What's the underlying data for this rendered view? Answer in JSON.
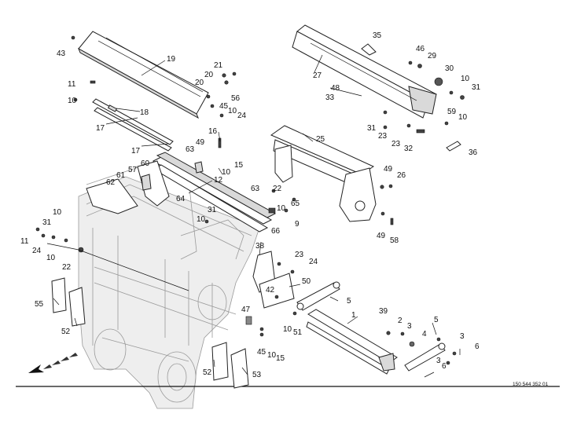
{
  "drawing_number": "150 544 352 01",
  "callouts": [
    {
      "id": "c43",
      "label": "43"
    },
    {
      "id": "c19",
      "label": "19"
    },
    {
      "id": "c11a",
      "label": "11"
    },
    {
      "id": "c10a",
      "label": "10"
    },
    {
      "id": "c18",
      "label": "18"
    },
    {
      "id": "c17a",
      "label": "17"
    },
    {
      "id": "c17b",
      "label": "17"
    },
    {
      "id": "c21",
      "label": "21"
    },
    {
      "id": "c20a",
      "label": "20"
    },
    {
      "id": "c20b",
      "label": "20"
    },
    {
      "id": "c56",
      "label": "56"
    },
    {
      "id": "c45a",
      "label": "45"
    },
    {
      "id": "c10b",
      "label": "10"
    },
    {
      "id": "c24a",
      "label": "24"
    },
    {
      "id": "c16",
      "label": "16"
    },
    {
      "id": "c49a",
      "label": "49"
    },
    {
      "id": "c63a",
      "label": "63"
    },
    {
      "id": "c60",
      "label": "60"
    },
    {
      "id": "c10c",
      "label": "10"
    },
    {
      "id": "c15a",
      "label": "15"
    },
    {
      "id": "c57",
      "label": "57"
    },
    {
      "id": "c61",
      "label": "61"
    },
    {
      "id": "c62",
      "label": "62"
    },
    {
      "id": "c12",
      "label": "12"
    },
    {
      "id": "c64",
      "label": "64"
    },
    {
      "id": "c63b",
      "label": "63"
    },
    {
      "id": "c22a",
      "label": "22"
    },
    {
      "id": "c10d",
      "label": "10"
    },
    {
      "id": "c65",
      "label": "65"
    },
    {
      "id": "c66",
      "label": "66"
    },
    {
      "id": "c9",
      "label": "9"
    },
    {
      "id": "c31a",
      "label": "31"
    },
    {
      "id": "c10e",
      "label": "10"
    },
    {
      "id": "c10f",
      "label": "10"
    },
    {
      "id": "c31b",
      "label": "31"
    },
    {
      "id": "c11b",
      "label": "11"
    },
    {
      "id": "c24b",
      "label": "24"
    },
    {
      "id": "c10g",
      "label": "10"
    },
    {
      "id": "c22b",
      "label": "22"
    },
    {
      "id": "c35",
      "label": "35"
    },
    {
      "id": "c46",
      "label": "46"
    },
    {
      "id": "c29",
      "label": "29"
    },
    {
      "id": "c27",
      "label": "27"
    },
    {
      "id": "c30",
      "label": "30"
    },
    {
      "id": "c48",
      "label": "48"
    },
    {
      "id": "c33",
      "label": "33"
    },
    {
      "id": "c10h",
      "label": "10"
    },
    {
      "id": "c31c",
      "label": "31"
    },
    {
      "id": "c31d",
      "label": "31"
    },
    {
      "id": "c23a",
      "label": "23"
    },
    {
      "id": "c23b",
      "label": "23"
    },
    {
      "id": "c32",
      "label": "32"
    },
    {
      "id": "c59",
      "label": "59"
    },
    {
      "id": "c10i",
      "label": "10"
    },
    {
      "id": "c36",
      "label": "36"
    },
    {
      "id": "c25",
      "label": "25"
    },
    {
      "id": "c49b",
      "label": "49"
    },
    {
      "id": "c26",
      "label": "26"
    },
    {
      "id": "c49c",
      "label": "49"
    },
    {
      "id": "c58",
      "label": "58"
    },
    {
      "id": "c38",
      "label": "38"
    },
    {
      "id": "c23c",
      "label": "23"
    },
    {
      "id": "c24c",
      "label": "24"
    },
    {
      "id": "c50",
      "label": "50"
    },
    {
      "id": "c42",
      "label": "42"
    },
    {
      "id": "c47",
      "label": "47"
    },
    {
      "id": "c10j",
      "label": "10"
    },
    {
      "id": "c51",
      "label": "51"
    },
    {
      "id": "c45b",
      "label": "45"
    },
    {
      "id": "c10k",
      "label": "10"
    },
    {
      "id": "c15b",
      "label": "15"
    },
    {
      "id": "c5a",
      "label": "5"
    },
    {
      "id": "c1",
      "label": "1"
    },
    {
      "id": "c39",
      "label": "39"
    },
    {
      "id": "c2",
      "label": "2"
    },
    {
      "id": "c3a",
      "label": "3"
    },
    {
      "id": "c4",
      "label": "4"
    },
    {
      "id": "c5b",
      "label": "5"
    },
    {
      "id": "c3b",
      "label": "3"
    },
    {
      "id": "c3c",
      "label": "3"
    },
    {
      "id": "c6a",
      "label": "6"
    },
    {
      "id": "c6b",
      "label": "6"
    },
    {
      "id": "c55",
      "label": "55"
    },
    {
      "id": "c52a",
      "label": "52"
    },
    {
      "id": "c52b",
      "label": "52"
    },
    {
      "id": "c53",
      "label": "53"
    }
  ]
}
